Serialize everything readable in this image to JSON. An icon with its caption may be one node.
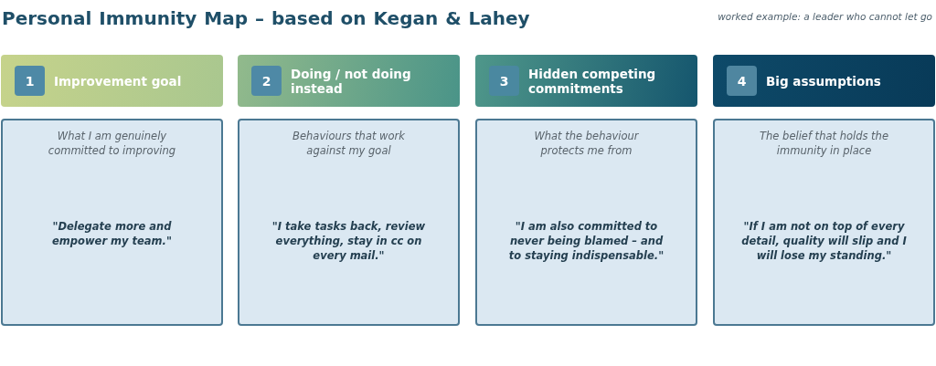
{
  "diagram": {
    "title": "Personal Immunity Map – based on Kegan & Lahey",
    "nodes": [
      {
        "text": [
          "Improvement goal"
        ]
      },
      {
        "text": [
          "1"
        ],
        "in": 0
      },
      {
        "text": [
          "Doing / not doing instead"
        ]
      },
      {
        "text": [
          "2"
        ],
        "in": 2
      },
      {
        "text": [
          "Hidden competing commitments"
        ]
      },
      {
        "text": [
          "3"
        ],
        "in": 4
      },
      {
        "text": [
          "Big assumptions"
        ]
      },
      {
        "text": [
          "4"
        ],
        "in": 6
      },
      {
        "text": [
          "What I am genuinely committed to improving",
          "\"Delegate more and empower my team.\""
        ]
      },
      {
        "text": [
          "Behaviours that work against my goal",
          "\"I take tasks back, review everything, stay in cc on every mail.\""
        ]
      },
      {
        "text": [
          "What the behaviour protects me from",
          "\"I am also committed to never being blamed – and to staying indispensable.\""
        ]
      },
      {
        "text": [
          "The belief that holds the immunity in place",
          "\"If I am not on top of every detail, quality will slip and I will lose my standing.\""
        ]
      }
    ],
    "labels": [
      "worked example: a leader who cannot let go"
    ]
  }
}
